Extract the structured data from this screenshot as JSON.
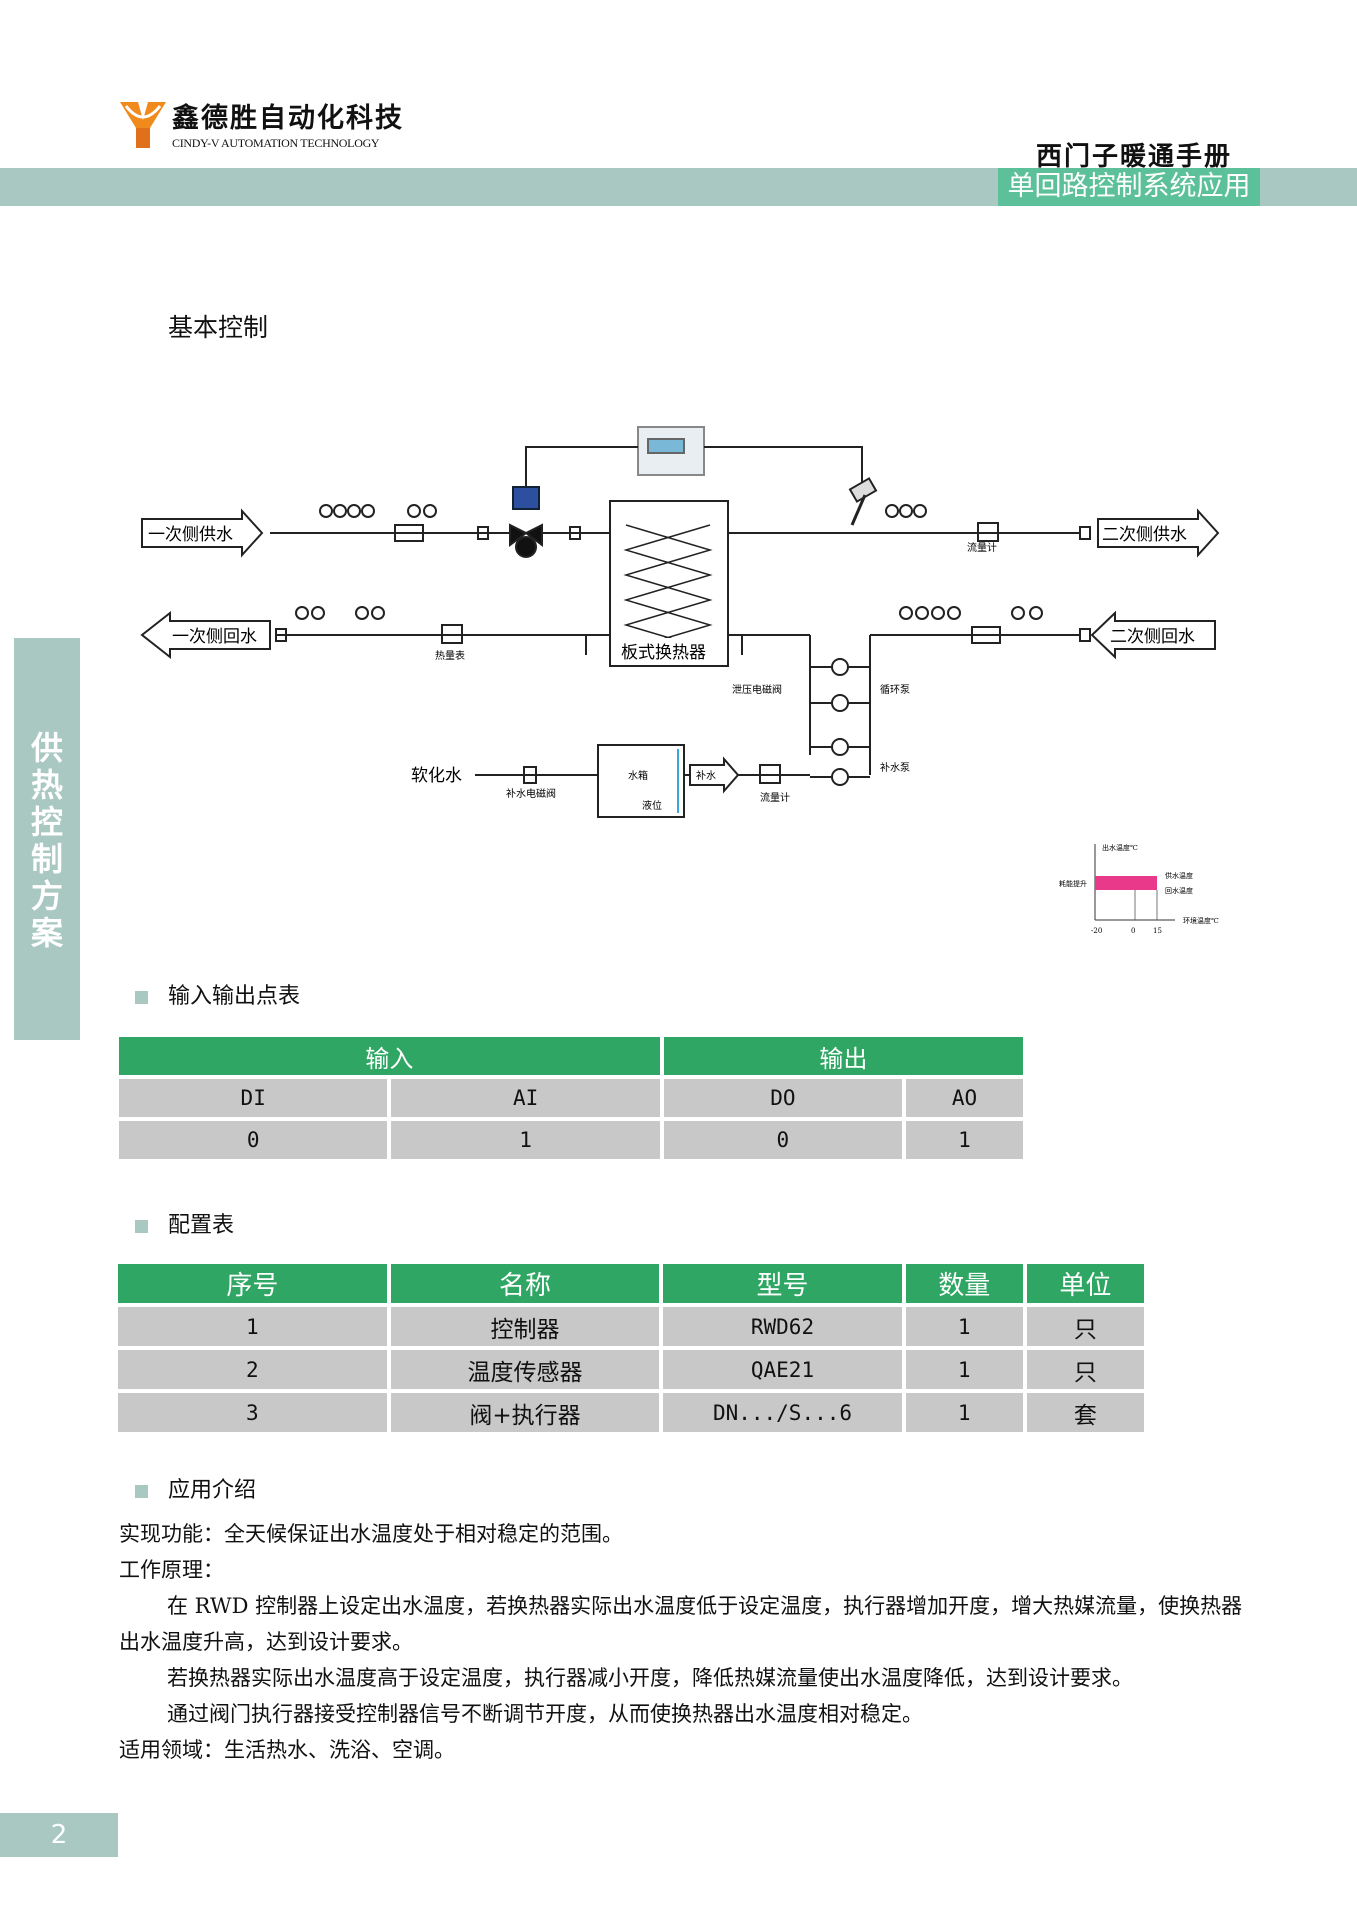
{
  "header": {
    "company_cn": "鑫德胜自动化科技",
    "company_en": "CINDY-V AUTOMATION TECHNOLOGY",
    "manual_title": "西门子暖通手册",
    "chapter": "单回路控制系统应用"
  },
  "side_tab": [
    "供",
    "热",
    "控",
    "制",
    "方",
    "案"
  ],
  "diagram": {
    "title": "基本控制",
    "labels": {
      "primary_supply": "一次侧供水",
      "primary_return": "一次侧回水",
      "secondary_supply": "二次侧供水",
      "secondary_return": "二次侧回水",
      "heat_exchanger": "板式换热器",
      "soft_water": "软化水",
      "flow_meter_top": "流量计",
      "heat_meter": "热量表",
      "relief_valve": "泄压电磁阀",
      "circ_pump": "循环泵",
      "makeup_pump": "补水泵",
      "makeup_valve": "补水电磁阀",
      "tank": "水箱",
      "level": "液位",
      "makeup": "补水",
      "flow_meter_bottom": "流量计"
    },
    "mini_chart": {
      "y_label": "出水温度℃",
      "left_label": "耗能提升",
      "supply_temp": "供水温度",
      "return_temp": "回水温度",
      "x_label": "环境温度℃",
      "ticks": [
        "-20",
        "0",
        "15"
      ]
    }
  },
  "io_table": {
    "title": "输入输出点表",
    "group_in": "输入",
    "group_out": "输出",
    "headers": [
      "DI",
      "AI",
      "DO",
      "AO"
    ],
    "values": [
      "0",
      "1",
      "0",
      "1"
    ]
  },
  "config_table": {
    "title": "配置表",
    "headers": [
      "序号",
      "名称",
      "型号",
      "数量",
      "单位"
    ],
    "rows": [
      [
        "1",
        "控制器",
        "RWD62",
        "1",
        "只"
      ],
      [
        "2",
        "温度传感器",
        "QAE21",
        "1",
        "只"
      ],
      [
        "3",
        "阀+执行器",
        "DN.../S...6",
        "1",
        "套"
      ]
    ]
  },
  "application": {
    "title": "应用介绍",
    "function": "实现功能：全天候保证出水温度处于相对稳定的范围。",
    "principle_label": "工作原理：",
    "p1": "在 RWD 控制器上设定出水温度，若换热器实际出水温度低于设定温度，执行器增加开度，增大热媒流量，使换热器出水温度升高，达到设计要求。",
    "p2": "若换热器实际出水温度高于设定温度，执行器减小开度，降低热媒流量使出水温度降低，达到设计要求。",
    "p3": "通过阀门执行器接受控制器信号不断调节开度，从而使换热器出水温度相对稳定。",
    "scope": "适用领域：生活热水、洗浴、空调。"
  },
  "page_number": "2",
  "colors": {
    "band": "#a9c8c1",
    "accent": "#5cc09a",
    "table_green": "#2fa663",
    "table_grey": "#c8c8c8",
    "chart_pink": "#e8398a",
    "logo_orange": "#f08a1c"
  }
}
